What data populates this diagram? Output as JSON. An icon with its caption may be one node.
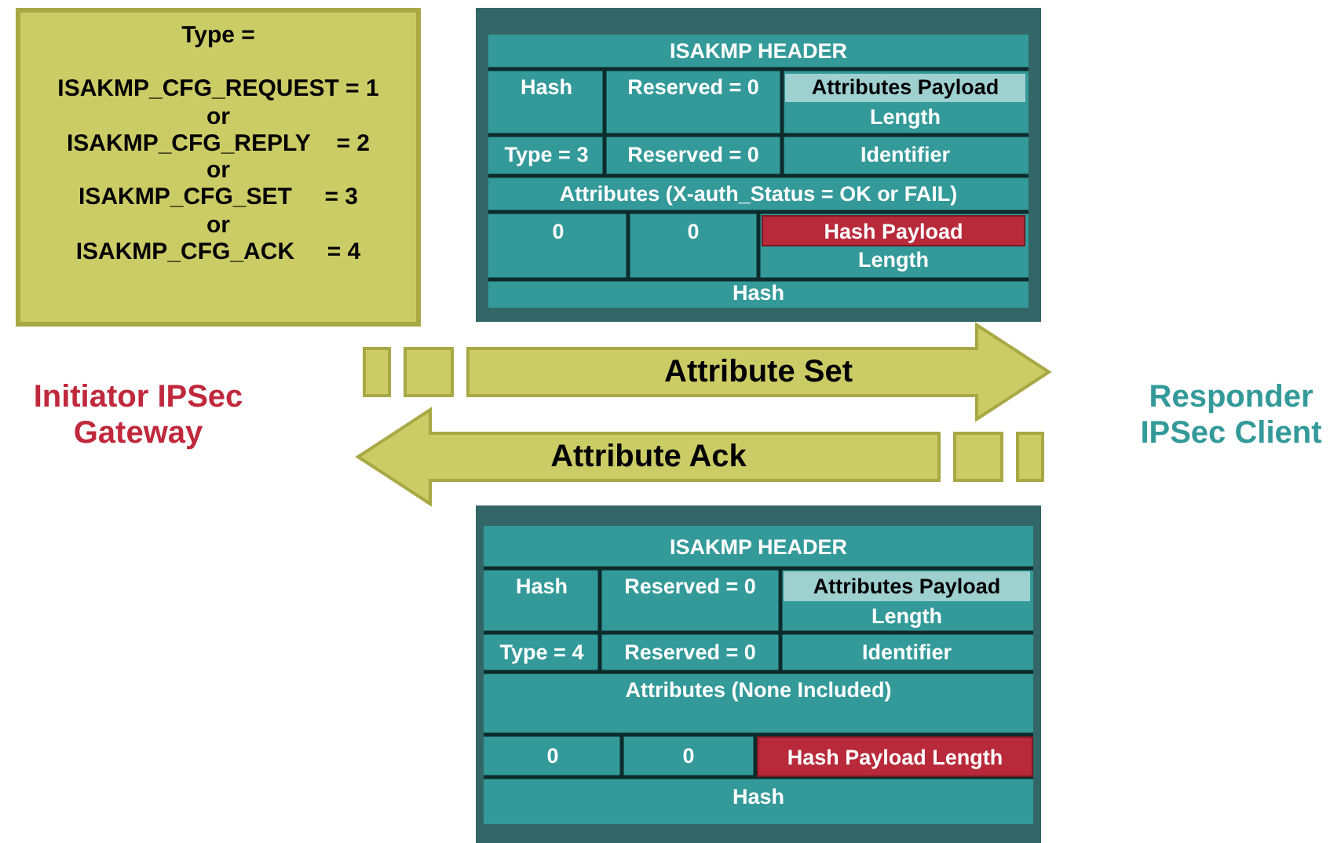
{
  "diagram": {
    "nodes": [
      {
        "text": [
          "Type =",
          "ISAKMP_CFG_REQUEST = 1",
          "or",
          "ISAKMP_CFG_REPLY    = 2",
          "or",
          "ISAKMP_CFG_SET     = 3",
          "or",
          "ISAKMP_CFG_ACK     = 4"
        ]
      },
      {
        "text": [
          "Initiator IPSec Gateway"
        ]
      },
      {
        "text": [
          "Responder IPSec Client"
        ]
      },
      {
        "text": [
          "ISAKMP HEADER",
          "Hash",
          "Reserved = 0",
          "Attributes Payload",
          "Length",
          "Type = 3",
          "Reserved = 0",
          "Identifier",
          "Attributes (X-auth_Status = OK or FAIL)",
          "0",
          "0",
          "Hash Payload",
          "Length",
          "Hash"
        ]
      },
      {
        "text": [
          "ISAKMP HEADER",
          "Hash",
          "Reserved = 0",
          "Attributes Payload",
          "Length",
          "Type = 4",
          "Reserved = 0",
          "Identifier",
          "Attributes (None Included)",
          "0",
          "0",
          "Hash Payload Length",
          "Hash"
        ]
      }
    ],
    "edges": [
      {
        "from": 1,
        "to": 2,
        "arrow": "to",
        "label": "Attribute Set"
      },
      {
        "from": 2,
        "to": 1,
        "arrow": "to",
        "label": "Attribute Ack"
      }
    ]
  }
}
